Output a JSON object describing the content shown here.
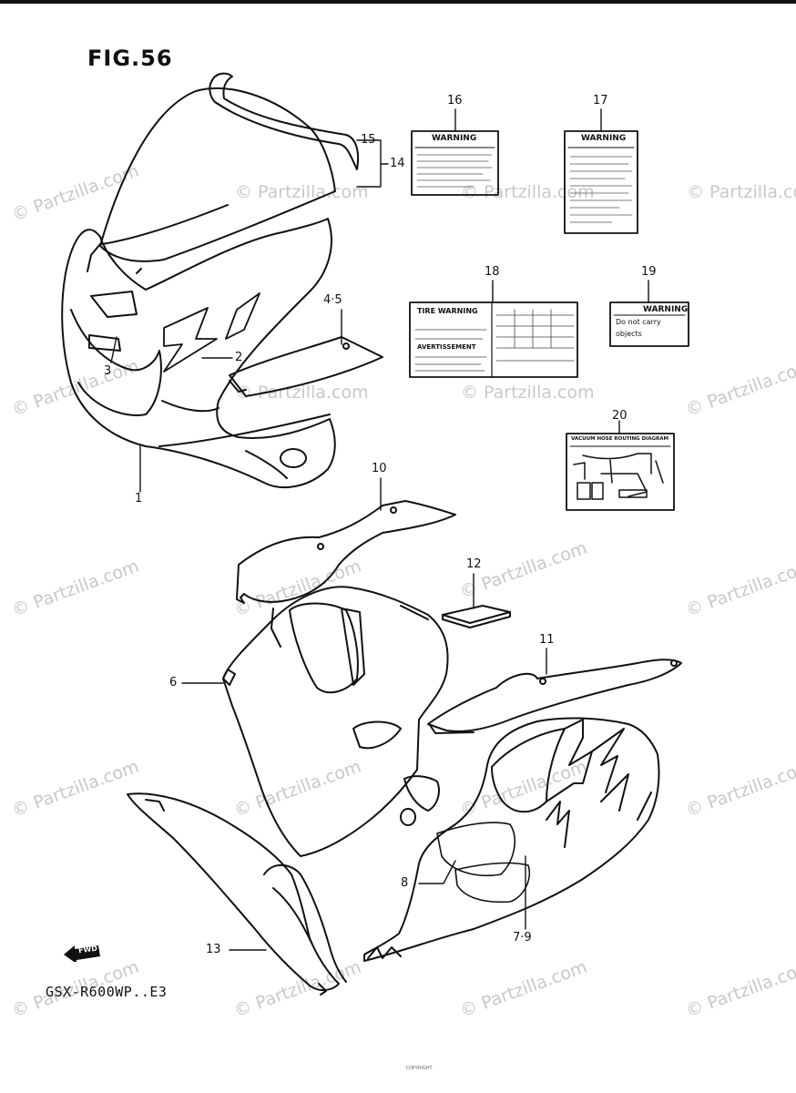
{
  "figure": {
    "title": "FIG.56",
    "model_code": "GSX-R600WP..E3"
  },
  "watermark": {
    "text": "© Partzilla.com",
    "color": "#c8c8c8"
  },
  "callouts": {
    "c1": "1",
    "c2": "2",
    "c3": "3",
    "c4_5": "4·5",
    "c6": "6",
    "c7_9": "7·9",
    "c8": "8",
    "c10": "10",
    "c11": "11",
    "c12": "12",
    "c13": "13",
    "c14": "14",
    "c15": "15",
    "c16": "16",
    "c17": "17",
    "c18": "18",
    "c19": "19",
    "c20": "20"
  },
  "labels": {
    "warning_16": "WARNING",
    "warning_17": "WARNING",
    "tire_warning": "TIRE WARNING",
    "avertissement": "AVERTISSEMENT",
    "warning_19": "WARNING",
    "do_not_carry": "Do not carry",
    "objects": "objects",
    "vacuum_hose": "VACUUM HOSE ROUTING DIAGRAM"
  },
  "badge": {
    "text": "FWD"
  },
  "fine_print": "COPYRIGHT"
}
